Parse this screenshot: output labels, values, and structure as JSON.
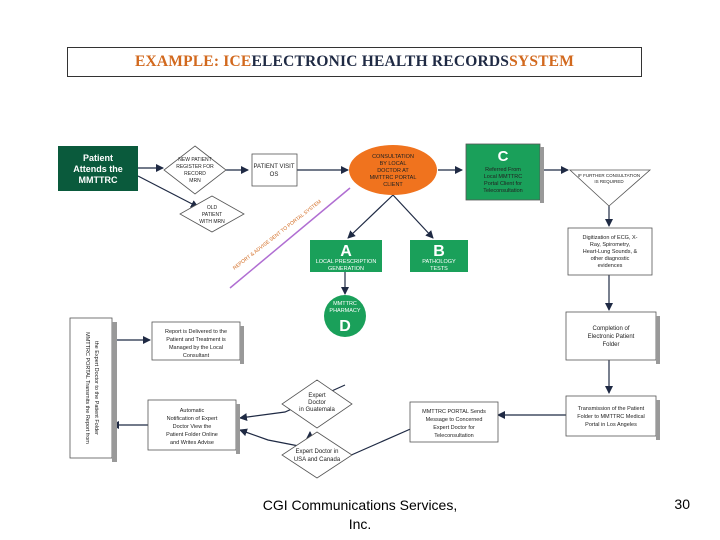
{
  "title": {
    "prefix": "EXAMPLE: ICE",
    "main": "ELECTRONIC HEALTH RECORDS",
    "suffix": "SYSTEM"
  },
  "nodes": {
    "patient": [
      "Patient",
      "Attends the",
      "MMTTRC"
    ],
    "new_patient": [
      "NEW PATIENT",
      "REGISTER FOR",
      "RECORD",
      "MRN"
    ],
    "old_patient": [
      "OLD",
      "PATIENT",
      "WITH MRN"
    ],
    "patient_visit": [
      "PATIENT VISIT",
      "OS"
    ],
    "consultation": [
      "CONSULTATION",
      "BY LOCAL",
      "DOCTOR AT",
      "MMTTRC PORTAL",
      "CLIENT"
    ],
    "c_letter": "C",
    "c_text": [
      "Referred From",
      "Local MMTTRC",
      "Portal Client for",
      "Teleconsultation"
    ],
    "right_decision": [
      "IF FURTHER CONSULTATION",
      "IS REQUIRED"
    ],
    "a_letter": "A",
    "a_text": [
      "LOCAL PRESCRIPTION",
      "GENERATION"
    ],
    "b_letter": "B",
    "b_text": [
      "PATHOLOGY",
      "TESTS"
    ],
    "d_title": [
      "MMTTRC",
      "PHARMACY"
    ],
    "d_letter": "D",
    "digitization": [
      "Digitization of ECG, X-",
      "Ray, Spirometry,",
      "Heart-Lung Sounds, &",
      "other diagnostic",
      "evidences"
    ],
    "completion": [
      "Completion of",
      "Electronic Patient",
      "Folder"
    ],
    "report_delivered": [
      "Report is Delivered to the",
      "Patient and Treatment is",
      "Managed by the Local",
      "Consultant"
    ],
    "expert_decision": [
      "Expert",
      "Doctor",
      "in Guatemala"
    ],
    "left_bar": [
      "MMTTRC PORTAL Transmits the Report from",
      "the Expert Doctor to the Patient Folder"
    ],
    "notification": [
      "Automatic",
      "Notification of Expert",
      "Doctor View the",
      "Patient Folder Online",
      "and Writes Advise"
    ],
    "sends_message": [
      "MMTTRC PORTAL Sends",
      "Message to Concerned",
      "Expert Doctor for",
      "Teleconsultation"
    ],
    "transmission": [
      "Transmission of the Patient",
      "Folder to MMTTRC Medical",
      "Portal in Los Angeles"
    ],
    "expert_usa": [
      "Expert Doctor in",
      "USA and Canada"
    ],
    "diagonal": "REPORT & ADVISE SENT TO PORTAL SYSTEM"
  },
  "footer": {
    "company_line1": "CGI Communications Services,",
    "company_line2": "Inc.",
    "page": "30"
  },
  "colors": {
    "dark_green": "#0a5a3c",
    "green": "#1aa05a",
    "orange": "#f0731e",
    "purple": "#b06ed2",
    "dark": "#1f2a44",
    "accent": "#d2691e"
  }
}
